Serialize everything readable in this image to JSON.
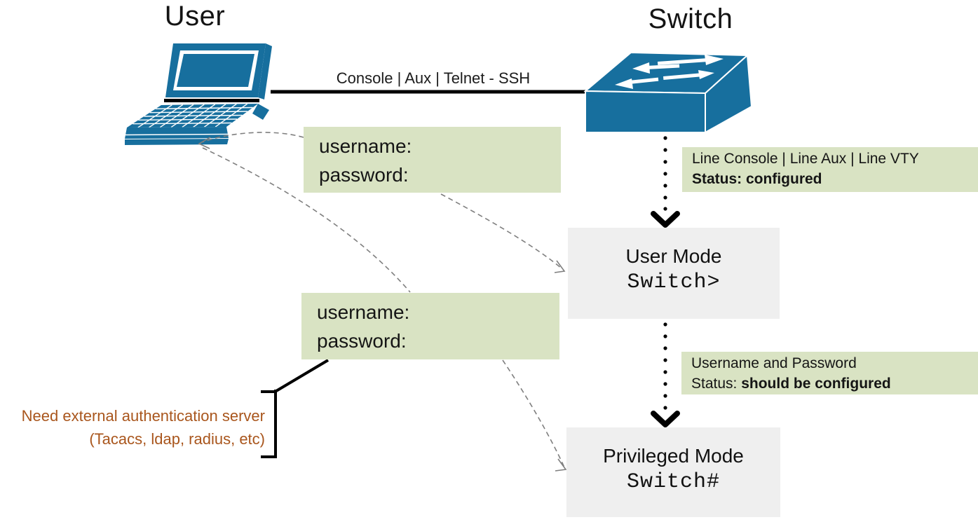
{
  "colors": {
    "device_blue": "#176f9e",
    "panel_green": "#d9e3c3",
    "panel_gray": "#efefef",
    "note_brown": "#a9561d",
    "dash_gray": "#7f7f7f"
  },
  "titles": {
    "user": "User",
    "switch": "Switch"
  },
  "connection": {
    "label": "Console | Aux | Telnet - SSH"
  },
  "login_prompts": {
    "top": {
      "username": "username:",
      "password": "password:"
    },
    "bottom": {
      "username": "username:",
      "password": "password:"
    }
  },
  "line_status": {
    "line": "Line Console | Line Aux | Line VTY",
    "status": "Status: configured"
  },
  "credential_status": {
    "line": "Username and Password",
    "status_prefix": "Status: ",
    "status_emphasis": "should be configured"
  },
  "modes": {
    "user": {
      "title": "User Mode",
      "prompt": "Switch>"
    },
    "privileged": {
      "title": "Privileged Mode",
      "prompt": "Switch#"
    }
  },
  "note": {
    "line1": "Need external authentication server",
    "line2": "(Tacacs, ldap, radius, etc)"
  }
}
